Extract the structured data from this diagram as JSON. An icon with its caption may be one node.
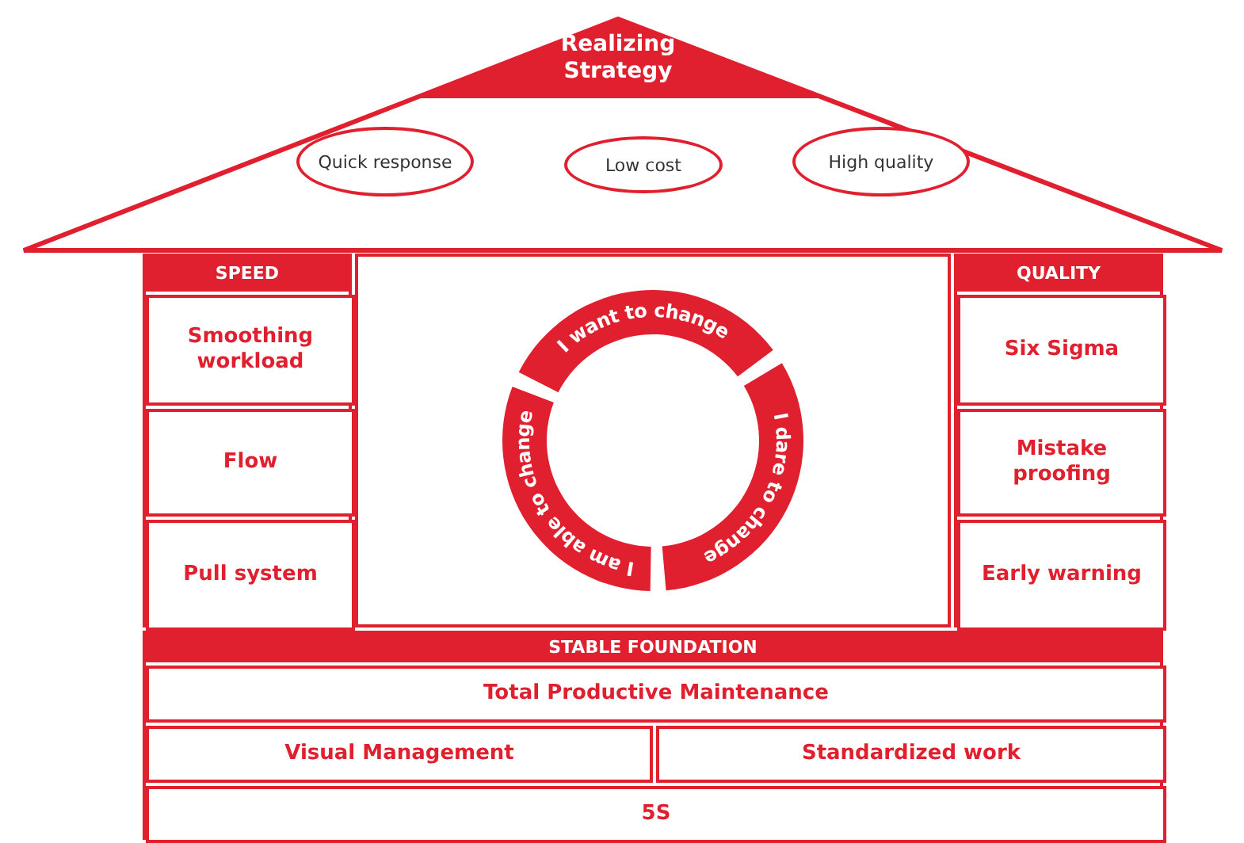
{
  "diagram": {
    "nodes": [
      {
        "text": [
          "Realizing Strategy"
        ]
      },
      {
        "text": [
          "Quick response"
        ],
        "in": 0
      },
      {
        "text": [
          "Low cost"
        ],
        "in": 0
      },
      {
        "text": [
          "High quality"
        ],
        "in": 0
      },
      {
        "text": [
          "SPEED"
        ]
      },
      {
        "text": [
          "Smoothing workload"
        ],
        "in": 4
      },
      {
        "text": [
          "Flow"
        ],
        "in": 4
      },
      {
        "text": [
          "Pull system"
        ],
        "in": 4
      },
      {
        "text": [
          "I want to change"
        ]
      },
      {
        "text": [
          "I dare to change"
        ]
      },
      {
        "text": [
          "I am able to change"
        ]
      },
      {
        "text": [
          "QUALITY"
        ]
      },
      {
        "text": [
          "Six Sigma"
        ],
        "in": 11
      },
      {
        "text": [
          "Mistake proofing"
        ],
        "in": 11
      },
      {
        "text": [
          "Early warning"
        ],
        "in": 11
      },
      {
        "text": [
          "STABLE FOUNDATION"
        ]
      },
      {
        "text": [
          "Total Productive Maintenance"
        ],
        "in": 15
      },
      {
        "text": [
          "Visual Management"
        ],
        "in": 15
      },
      {
        "text": [
          "Standardized work"
        ],
        "in": 15
      },
      {
        "text": [
          "5S"
        ],
        "in": 15
      }
    ]
  }
}
